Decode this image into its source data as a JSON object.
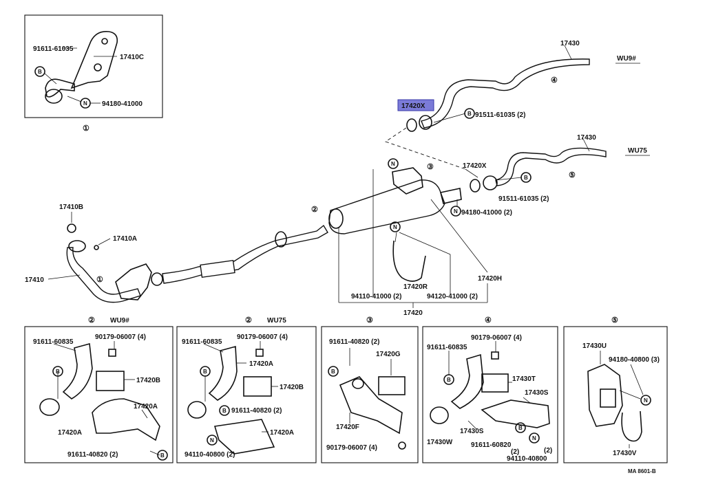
{
  "diagram_code": "MA 8601-B",
  "top_panel": {
    "labels": {
      "l17430_a": "17430",
      "wu9": "WU9#",
      "l17420x_hl": "17420X",
      "l91511_a": "91511-61035 (2)",
      "l17430_b": "17430",
      "wu75": "WU75",
      "l17420x_b": "17420X",
      "l91511_b": "91511-61035 (2)",
      "l94180_a": "94180-41000 (2)",
      "l17410b": "17410B",
      "l17410a": "17410A",
      "l17410": "17410",
      "l17420r": "17420R",
      "l17420h": "17420H",
      "l94110": "94110-41000 (2)",
      "l94120": "94120-41000 (2)",
      "l17420": "17420"
    },
    "badges": {
      "n1": "N",
      "n2": "N",
      "n3": "N",
      "b1": "B",
      "b2": "B"
    },
    "callouts": {
      "c1": "①",
      "c2": "②",
      "c3": "③",
      "c4": "④",
      "c5": "⑤"
    }
  },
  "inset_1": {
    "callout": "①",
    "labels": {
      "l91611": "91611-61035",
      "l17410c": "17410C",
      "l94180": "94180-41000"
    },
    "badges": {
      "b": "B",
      "n": "N"
    }
  },
  "panel_2a": {
    "callout": "②",
    "variant": "WU9#",
    "labels": {
      "l91611": "91611-60835",
      "l90179": "90179-06007 (4)",
      "l17420b": "17420B",
      "l17420a_1": "17420A",
      "l17420a_2": "17420A",
      "l91611b": "91611-40820 (2)"
    },
    "badges": {
      "b1": "B",
      "b2": "B"
    }
  },
  "panel_2b": {
    "callout": "②",
    "variant": "WU75",
    "labels": {
      "l91611": "91611-60835",
      "l90179": "90179-06007 (4)",
      "l17420a_1": "17420A",
      "l17420b": "17420B",
      "l91611b": "91611-40820 (2)",
      "l17420a_2": "17420A",
      "l94110": "94110-40800 (2)"
    },
    "badges": {
      "b1": "B",
      "b2": "B",
      "n": "N"
    }
  },
  "panel_3": {
    "callout": "③",
    "labels": {
      "l91611": "91611-40820 (2)",
      "l17420g": "17420G",
      "l17420f": "17420F",
      "l90179": "90179-06007 (4)"
    },
    "badges": {
      "b": "B"
    }
  },
  "panel_4": {
    "callout": "④",
    "labels": {
      "l90179": "90179-06007 (4)",
      "l91611": "91611-60835",
      "l17430t": "17430T",
      "l17430s_1": "17430S",
      "l17430w": "17430W",
      "l17430s_2": "17430S",
      "l91611b": "91611-60820",
      "l2a": "(2)",
      "l2b": "(2)",
      "l94110": "94110-40800"
    },
    "badges": {
      "b1": "B",
      "b2": "B",
      "n": "N"
    }
  },
  "panel_5": {
    "callout": "⑤",
    "labels": {
      "l17430u": "17430U",
      "l94180": "94180-40800 (3)",
      "l17430v": "17430V"
    },
    "badges": {
      "n": "N"
    }
  }
}
